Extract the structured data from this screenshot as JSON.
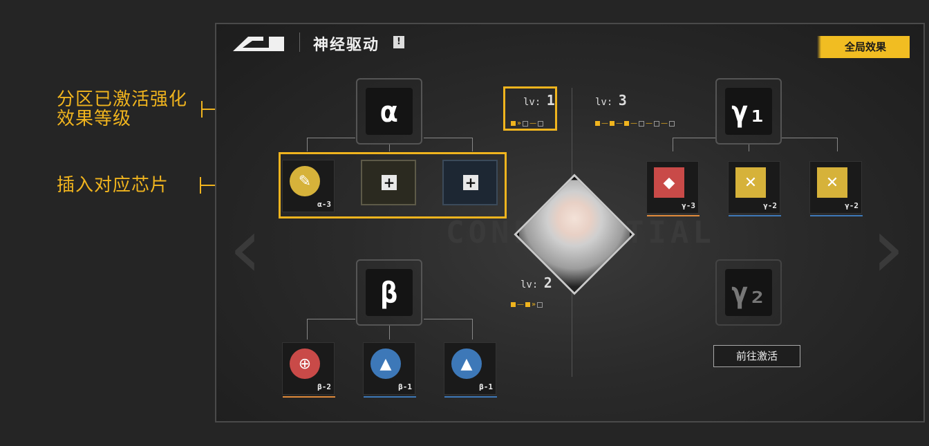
{
  "annotations": {
    "partition_effect": "分区已激活强化效果等级",
    "insert_chip": "插入对应芯片"
  },
  "header": {
    "title": "神经驱动",
    "info_glyph": "!",
    "global_effect_button": "全局效果"
  },
  "watermark": "CONFIDENTIAL",
  "nodes": {
    "alpha": {
      "glyph": "α",
      "lv_prefix": "lv:",
      "lv": "1"
    },
    "beta": {
      "glyph": "β",
      "lv_prefix": "lv:",
      "lv": "2"
    },
    "gamma1": {
      "glyph": "γ₁",
      "lv_prefix": "lv:",
      "lv": "3"
    },
    "gamma2": {
      "glyph": "γ₂"
    }
  },
  "chips": {
    "alpha": [
      {
        "tag": "α-3",
        "color": "#d6b23a"
      }
    ],
    "gamma1": [
      {
        "tag": "γ-3",
        "color": "#c94a48"
      },
      {
        "tag": "γ-2",
        "color": "#d6b23a"
      },
      {
        "tag": "γ-2",
        "color": "#d6b23a"
      }
    ],
    "beta": [
      {
        "tag": "β-2",
        "color": "#c94a48"
      },
      {
        "tag": "β-1",
        "color": "#3d78b8"
      },
      {
        "tag": "β-1",
        "color": "#3d78b8"
      }
    ]
  },
  "empty_slot_glyph": "+",
  "goto_button": "前往激活",
  "nav": {
    "left": "‹",
    "right": "›"
  },
  "colors": {
    "accent": "#f0b41e",
    "button": "#f1bd22"
  }
}
